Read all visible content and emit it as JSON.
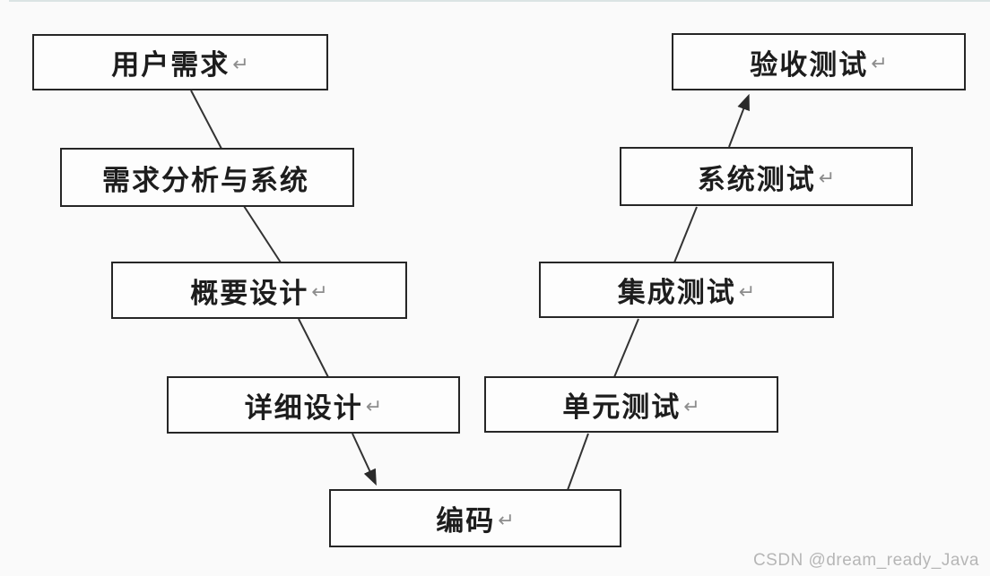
{
  "colors": {
    "background": "#fafafa",
    "node_fill": "#fdfdfd",
    "node_border": "#262626",
    "connector": "#333333",
    "return_mark": "#8d8d8d",
    "watermark": "#b6b6b6"
  },
  "diagram": {
    "type": "v-model-flowchart",
    "nodes": [
      {
        "id": "user-requirements",
        "label": "用户需求",
        "return_mark": "↵"
      },
      {
        "id": "requirements-analysis",
        "label": "需求分析与系统",
        "return_mark": ""
      },
      {
        "id": "high-level-design",
        "label": "概要设计",
        "return_mark": "↵"
      },
      {
        "id": "detailed-design",
        "label": "详细设计",
        "return_mark": "↵"
      },
      {
        "id": "coding",
        "label": "编码",
        "return_mark": "↵"
      },
      {
        "id": "unit-testing",
        "label": "单元测试",
        "return_mark": "↵"
      },
      {
        "id": "integration-testing",
        "label": "集成测试",
        "return_mark": "↵"
      },
      {
        "id": "system-testing",
        "label": "系统测试",
        "return_mark": "↵"
      },
      {
        "id": "acceptance-testing",
        "label": "验收测试",
        "return_mark": "↵"
      }
    ],
    "edges": [
      {
        "from": "user-requirements",
        "to": "requirements-analysis",
        "arrowhead": false
      },
      {
        "from": "requirements-analysis",
        "to": "high-level-design",
        "arrowhead": false
      },
      {
        "from": "high-level-design",
        "to": "detailed-design",
        "arrowhead": false
      },
      {
        "from": "detailed-design",
        "to": "coding",
        "arrowhead": true
      },
      {
        "from": "coding",
        "to": "unit-testing",
        "arrowhead": false
      },
      {
        "from": "unit-testing",
        "to": "integration-testing",
        "arrowhead": false
      },
      {
        "from": "integration-testing",
        "to": "system-testing",
        "arrowhead": false
      },
      {
        "from": "system-testing",
        "to": "acceptance-testing",
        "arrowhead": true
      }
    ]
  },
  "watermark": {
    "text": "CSDN @dream_ready_Java"
  }
}
